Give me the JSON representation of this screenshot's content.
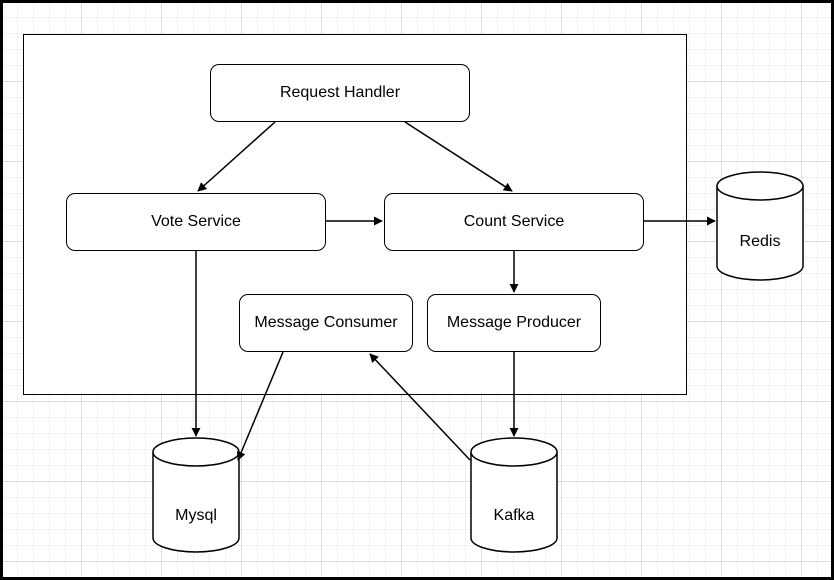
{
  "diagram": {
    "nodes": {
      "request_handler": "Request Handler",
      "vote_service": "Vote Service",
      "count_service": "Count Service",
      "message_consumer": "Message Consumer",
      "message_producer": "Message Producer"
    },
    "databases": {
      "redis": "Redis",
      "mysql": "Mysql",
      "kafka": "Kafka"
    },
    "edges": [
      {
        "from": "Request Handler",
        "to": "Vote Service"
      },
      {
        "from": "Request Handler",
        "to": "Count Service"
      },
      {
        "from": "Vote Service",
        "to": "Count Service"
      },
      {
        "from": "Count Service",
        "to": "Redis"
      },
      {
        "from": "Count Service",
        "to": "Message Producer"
      },
      {
        "from": "Vote Service",
        "to": "Mysql"
      },
      {
        "from": "Message Consumer",
        "to": "Mysql"
      },
      {
        "from": "Message Producer",
        "to": "Kafka"
      },
      {
        "from": "Kafka",
        "to": "Message Consumer"
      }
    ]
  }
}
